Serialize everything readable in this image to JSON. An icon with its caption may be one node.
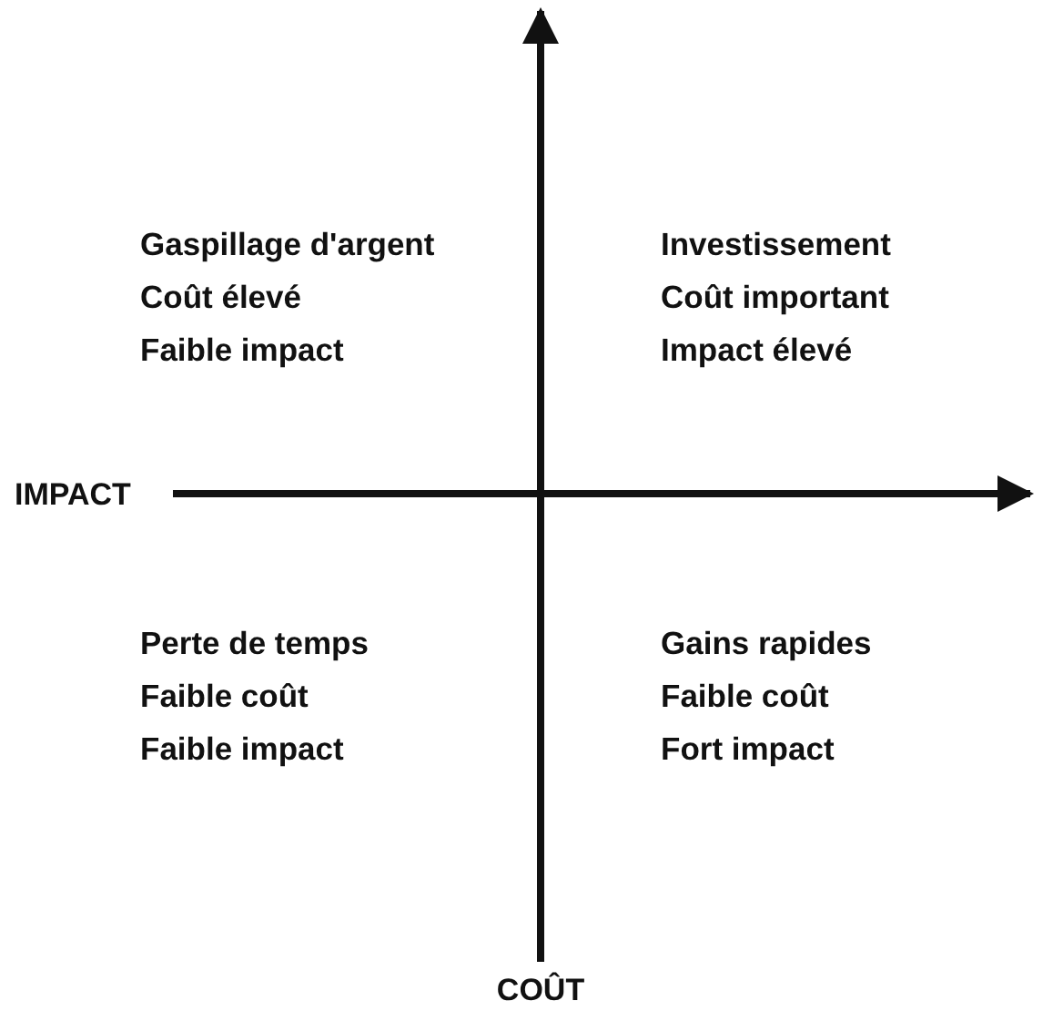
{
  "diagram": {
    "labels": [
      "Gaspillage d'argent",
      "Coût élevé",
      "Faible impact",
      "Investissement",
      "Coût important",
      "Impact élevé",
      "IMPACT",
      "Perte de temps",
      "Faible coût",
      "Faible impact",
      "Gains rapides",
      "Faible coût",
      "Fort impact",
      "COÛT"
    ]
  }
}
